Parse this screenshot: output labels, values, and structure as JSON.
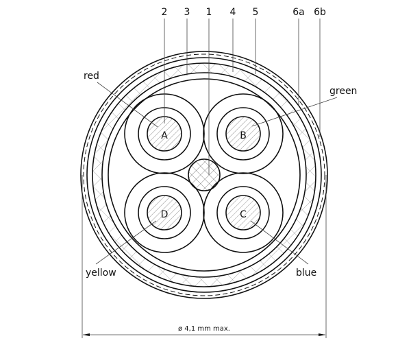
{
  "callouts": [
    "2",
    "3",
    "1",
    "4",
    "5",
    "6a",
    "6b"
  ],
  "conductors": [
    {
      "letter": "A",
      "color_label": "red"
    },
    {
      "letter": "B",
      "color_label": "green"
    },
    {
      "letter": "C",
      "color_label": "blue"
    },
    {
      "letter": "D",
      "color_label": "yellow"
    }
  ],
  "dimension": "ø 4,1 mm max."
}
